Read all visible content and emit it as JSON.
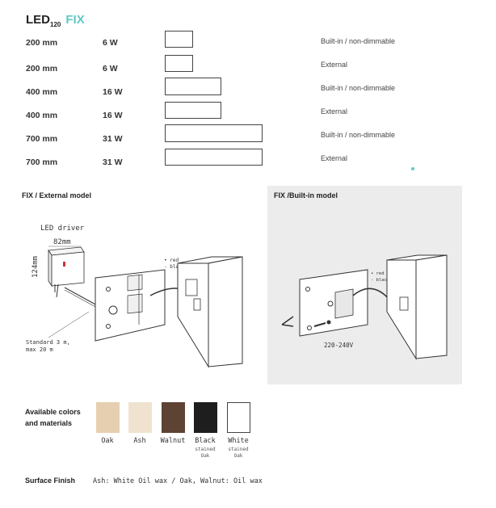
{
  "header": {
    "title_main": "LED",
    "title_sub": "120",
    "title_fix": "FIX"
  },
  "variants": [
    {
      "length": "200 mm",
      "power": "6 W",
      "type": "Built-in / non-dimmable"
    },
    {
      "length": "200 mm",
      "power": "6 W",
      "type": "External"
    },
    {
      "length": "400 mm",
      "power": "16 W",
      "type": "Built-in / non-dimmable"
    },
    {
      "length": "400 mm",
      "power": "16 W",
      "type": "External"
    },
    {
      "length": "700 mm",
      "power": "31 W",
      "type": "Built-in / non-dimmable"
    },
    {
      "length": "700 mm",
      "power": "31 W",
      "type": "External"
    }
  ],
  "external": {
    "heading": "FIX / External model",
    "driver_label": "LED driver",
    "width_dim": "82mm",
    "height_dim": "124mm",
    "cable_note_1": "Standard 3 m,",
    "cable_note_2": "max 20 m",
    "wire_red": "red",
    "wire_black": "black"
  },
  "builtin": {
    "heading": "FIX /Built-in model",
    "voltage": "220-240V",
    "wire_red": "red",
    "wire_black": "black"
  },
  "colors": {
    "label_line1": "Available colors",
    "label_line2": "and materials",
    "swatches": [
      {
        "name": "Oak",
        "sub1": "",
        "sub2": "",
        "color": "#e6cfb0"
      },
      {
        "name": "Ash",
        "sub1": "",
        "sub2": "",
        "color": "#efe3cf"
      },
      {
        "name": "Walnut",
        "sub1": "",
        "sub2": "",
        "color": "#5e4233"
      },
      {
        "name": "Black",
        "sub1": "stained",
        "sub2": "Oak",
        "color": "#1e1e1e"
      },
      {
        "name": "White",
        "sub1": "stained",
        "sub2": "Oak",
        "color": "#ffffff"
      }
    ]
  },
  "finish": {
    "label": "Surface Finish",
    "value": "Ash: White Oil wax / Oak, Walnut: Oil wax"
  },
  "accent_color": "#5fc9c6"
}
